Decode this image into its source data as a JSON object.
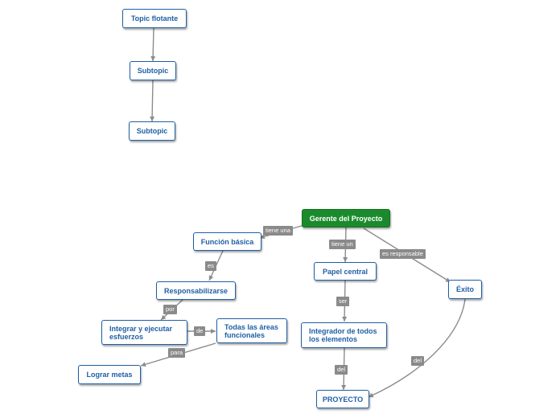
{
  "colors": {
    "node_border": "#1f5fa6",
    "node_text": "#1f5fa6",
    "main_fill": "#1b8a2c",
    "connector": "#8c8c8c",
    "label_fill": "#8a8a8a"
  },
  "floating": {
    "topic": "Topic flotante",
    "sub1": "Subtopic",
    "sub2": "Subtopic"
  },
  "nodes": {
    "gerente": "Gerente del Proyecto",
    "funcion": "Función básica",
    "responsabilizarse": "Responsabilizarse",
    "integrar": "Integrar y ejecutar esfuerzos",
    "areas": "Todas las áreas funcionales",
    "metas": "Lograr metas",
    "papel": "Papel central",
    "integrador": "Integrador de todos los elementos",
    "proyecto": "PROYECTO",
    "exito": "Éxito"
  },
  "labels": {
    "tiene_una": "tiene una",
    "es": "es",
    "por": "por",
    "de": "de",
    "para": "para",
    "tiene_un": "tiene un",
    "es_responsable": "es responsable",
    "ser": "ser",
    "del_1": "del",
    "del_2": "del"
  }
}
